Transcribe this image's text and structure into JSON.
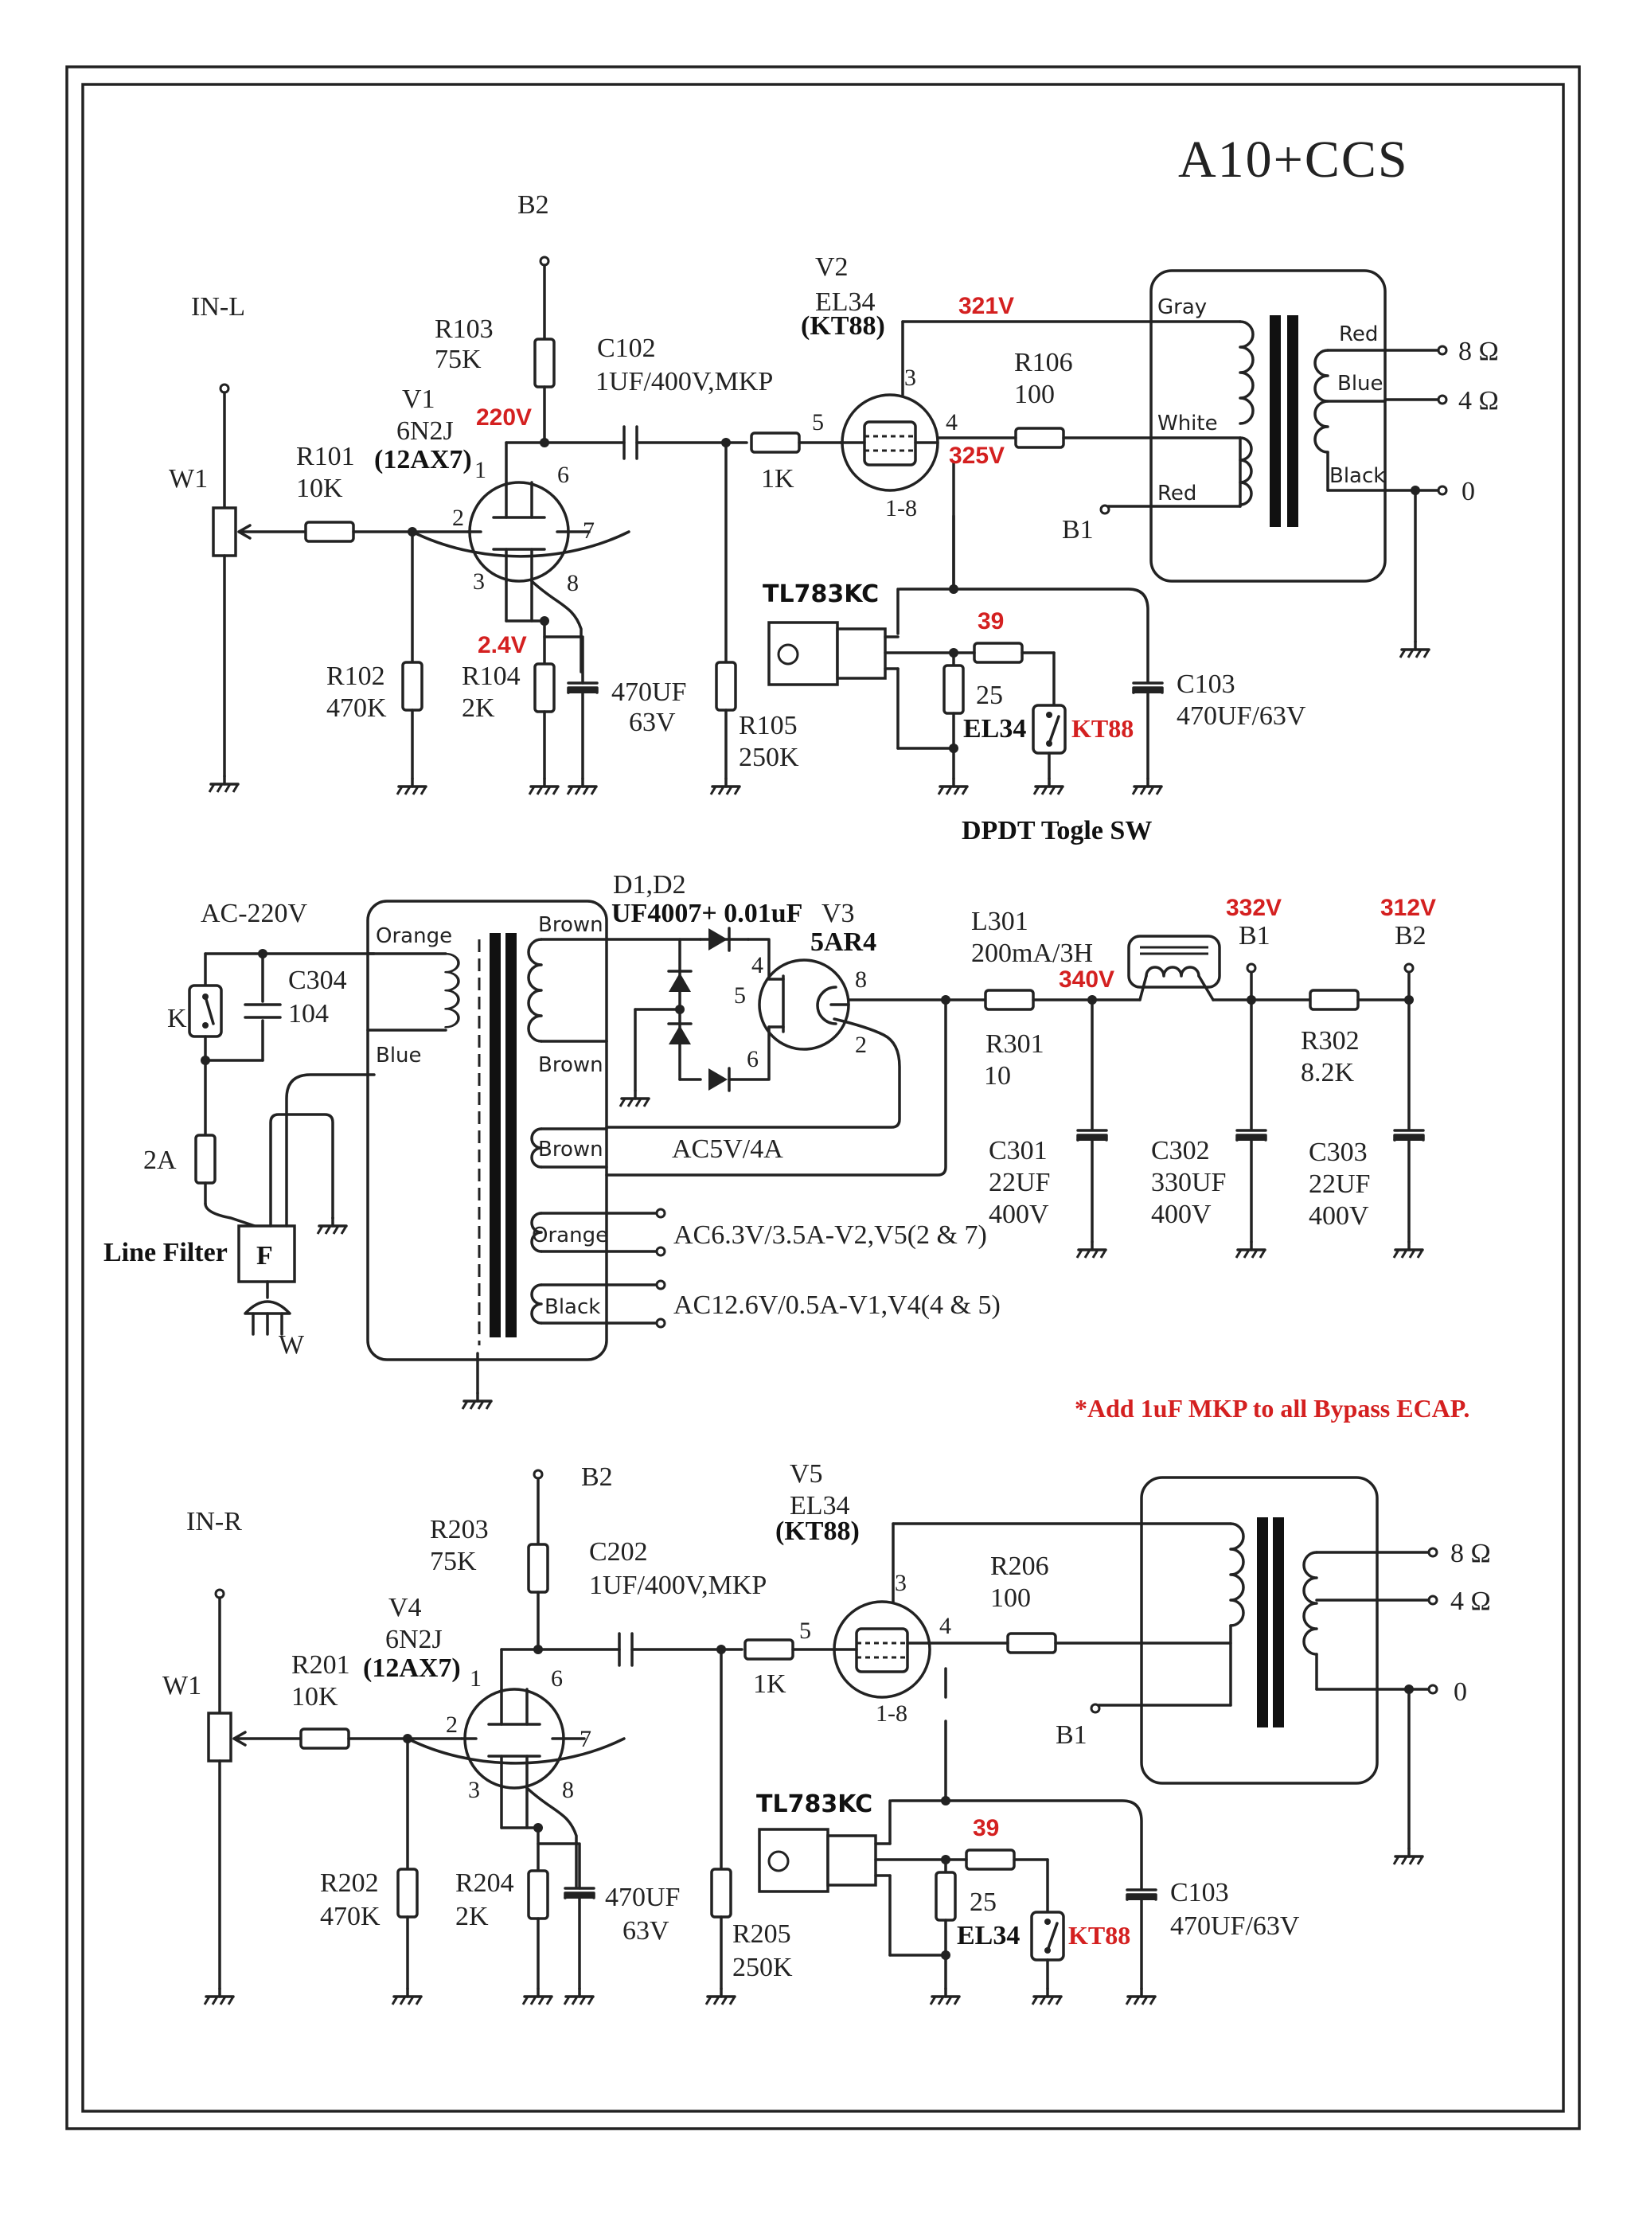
{
  "title": "A10+CCS",
  "colors": {
    "line": "#222222",
    "voltage_annotation": "#d42020",
    "background": "#ffffff"
  },
  "left_channel": {
    "input": "IN-L",
    "pot": "W1",
    "supply_top": "B2",
    "b1": "B1",
    "tube_v1": {
      "name": "V1",
      "type": "6N2J",
      "alt": "(12AX7)",
      "pins": [
        "1",
        "2",
        "3",
        "6",
        "7",
        "8"
      ]
    },
    "r101": {
      "ref": "R101",
      "value": "10K"
    },
    "r102": {
      "ref": "R102",
      "value": "470K"
    },
    "r103": {
      "ref": "R103",
      "value": "75K"
    },
    "r104": {
      "ref": "R104",
      "value": "2K"
    },
    "r105": {
      "ref": "R105",
      "value": "250K"
    },
    "r106": {
      "ref": "R106",
      "value": "100"
    },
    "grid_r": "1K",
    "c102": {
      "ref": "C102",
      "value": "1UF/400V,MKP"
    },
    "cathode_cap": {
      "line1": "470UF",
      "line2": "63V"
    },
    "c103": {
      "ref": "C103",
      "value": "470UF/63V"
    },
    "tube_v2": {
      "name": "V2",
      "type": "EL34",
      "alt": "(KT88)",
      "pins": [
        "3",
        "4",
        "5",
        "1-8"
      ]
    },
    "voltages": {
      "plate_v1": "220V",
      "cathode_v1": "2.4V",
      "plate_v2": "321V",
      "screen_v2": "325V"
    },
    "ccs": {
      "chip": "TL783KC",
      "r_top": "39",
      "r_bottom": "25",
      "sw_el34": "EL34",
      "sw_kt88": "KT88"
    },
    "switch_label": "DPDT Togle SW",
    "transformer": {
      "wires": [
        "Gray",
        "White",
        "Red"
      ],
      "secondary": [
        "Red",
        "Blue",
        "Black"
      ],
      "taps": [
        "8 Ω",
        "4 Ω",
        "0"
      ]
    }
  },
  "power_supply": {
    "mains": "AC-220V",
    "switch": "K",
    "c304": {
      "ref": "C304",
      "value": "104"
    },
    "fuse": "2A",
    "filter": "Line Filter",
    "filter_box": "F",
    "plug": "W",
    "primary_wires": [
      "Orange",
      "Blue"
    ],
    "secondary_wires": [
      "Brown",
      "Brown",
      "Brown",
      "Orange",
      "Black"
    ],
    "diodes": {
      "ref": "D1,D2",
      "value": "UF4007+ 0.01uF"
    },
    "rectifier": {
      "ref": "V3",
      "type": "5AR4",
      "pins": [
        "2",
        "4",
        "5",
        "6",
        "8"
      ]
    },
    "l301": {
      "ref": "L301",
      "value": "200mA/3H"
    },
    "r301": {
      "ref": "R301",
      "value": "10"
    },
    "r302": {
      "ref": "R302",
      "value": "8.2K"
    },
    "c301": {
      "ref": "C301",
      "value": "22UF",
      "rating": "400V"
    },
    "c302": {
      "ref": "C302",
      "value": "330UF",
      "rating": "400V"
    },
    "c303": {
      "ref": "C303",
      "value": "22UF",
      "rating": "400V"
    },
    "voltages": {
      "after_rect": "340V",
      "b1": "332V",
      "b2": "312V"
    },
    "nodes": {
      "b1": "B1",
      "b2": "B2"
    },
    "heater_5v": "AC5V/4A",
    "heater_63": "AC6.3V/3.5A-V2,V5(2 & 7)",
    "heater_126": "AC12.6V/0.5A-V1,V4(4 & 5)",
    "note": "*Add 1uF MKP to all Bypass ECAP."
  },
  "right_channel": {
    "input": "IN-R",
    "pot": "W1",
    "supply_top": "B2",
    "b1": "B1",
    "tube_v4": {
      "name": "V4",
      "type": "6N2J",
      "alt": "(12AX7)",
      "pins": [
        "1",
        "2",
        "3",
        "6",
        "7",
        "8"
      ]
    },
    "r201": {
      "ref": "R201",
      "value": "10K"
    },
    "r202": {
      "ref": "R202",
      "value": "470K"
    },
    "r203": {
      "ref": "R203",
      "value": "75K"
    },
    "r204": {
      "ref": "R204",
      "value": "2K"
    },
    "r205": {
      "ref": "R205",
      "value": "250K"
    },
    "r206": {
      "ref": "R206",
      "value": "100"
    },
    "grid_r": "1K",
    "c202": {
      "ref": "C202",
      "value": "1UF/400V,MKP"
    },
    "cathode_cap": {
      "line1": "470UF",
      "line2": "63V"
    },
    "c103": {
      "ref": "C103",
      "value": "470UF/63V"
    },
    "tube_v5": {
      "name": "V5",
      "type": "EL34",
      "alt": "(KT88)",
      "pins": [
        "3",
        "4",
        "5",
        "1-8"
      ]
    },
    "ccs": {
      "chip": "TL783KC",
      "r_top": "39",
      "r_bottom": "25",
      "sw_el34": "EL34",
      "sw_kt88": "KT88"
    },
    "transformer": {
      "taps": [
        "8 Ω",
        "4 Ω",
        "0"
      ]
    }
  }
}
